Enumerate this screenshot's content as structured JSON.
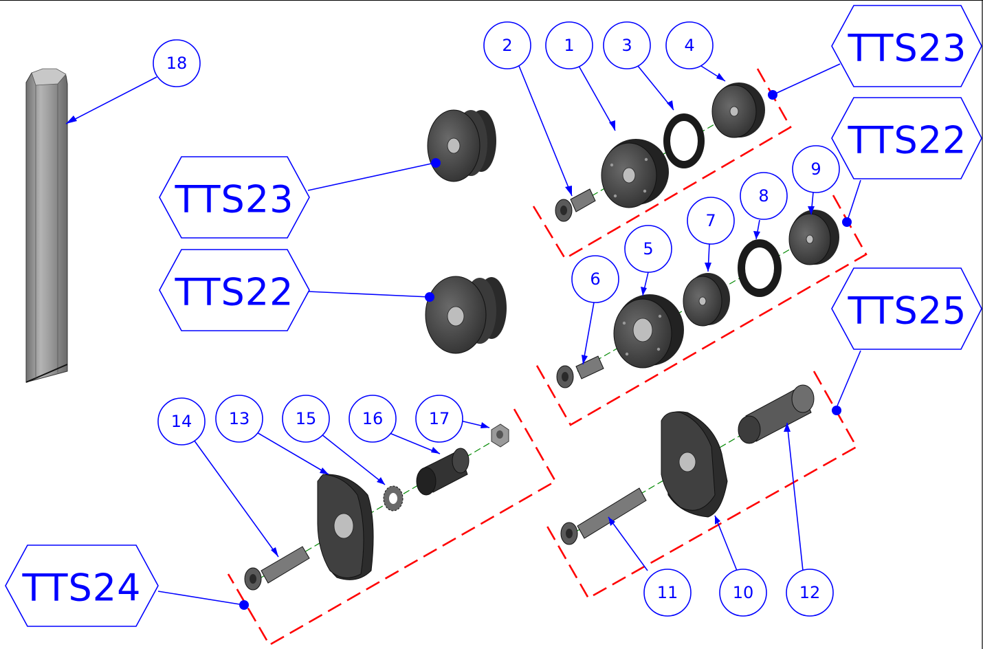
{
  "balloons": [
    "1",
    "2",
    "3",
    "4",
    "5",
    "6",
    "7",
    "8",
    "9",
    "10",
    "11",
    "12",
    "13",
    "14",
    "15",
    "16",
    "17",
    "18"
  ],
  "assembly_tags": {
    "tts23_top": "TTS23",
    "tts22_right": "TTS22",
    "tts25": "TTS25",
    "tts23_left": "TTS23",
    "tts22_left": "TTS22",
    "tts24": "TTS24"
  },
  "colors": {
    "annotation": "#0000ff",
    "group_boundary": "#ff0000",
    "axis_line": "#008800",
    "part_shading": "#3c3c3c"
  }
}
